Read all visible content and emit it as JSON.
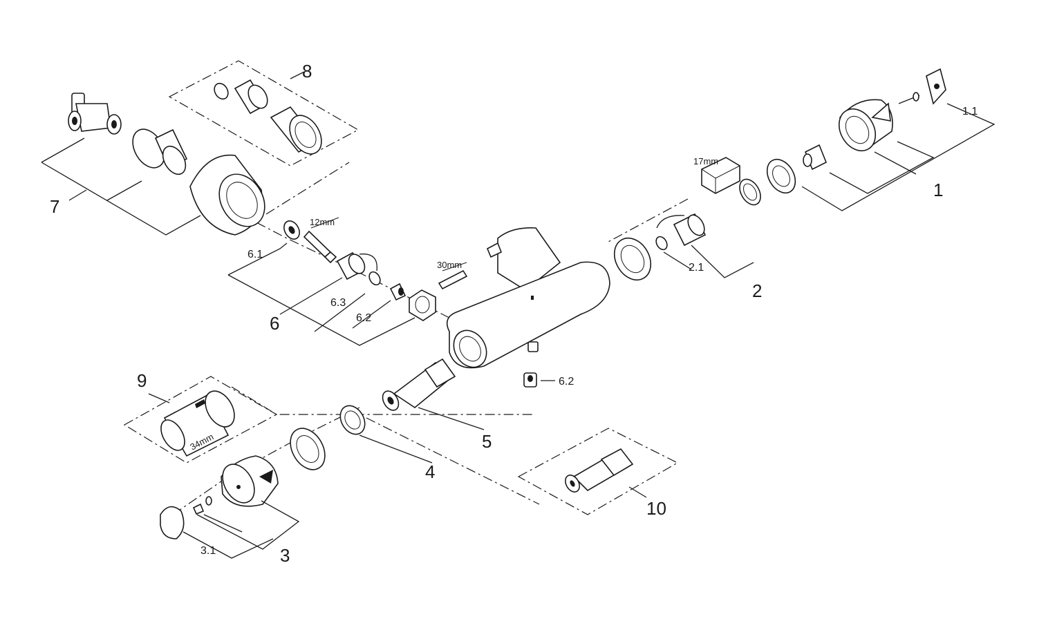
{
  "callouts": {
    "c1": "1",
    "c1_1": "1.1",
    "c2": "2",
    "c2_1": "2.1",
    "c3": "3",
    "c3_1": "3.1",
    "c4": "4",
    "c5": "5",
    "c6": "6",
    "c6_1": "6.1",
    "c6_2": "6.2",
    "c6_2b": "6.2",
    "c6_3": "6.3",
    "c7": "7",
    "c8": "8",
    "c9": "9",
    "c10": "10"
  },
  "tools": {
    "wrench_17": "17mm",
    "hex_key_12": "12mm",
    "tool_30": "30mm",
    "tool_34": "34mm"
  }
}
